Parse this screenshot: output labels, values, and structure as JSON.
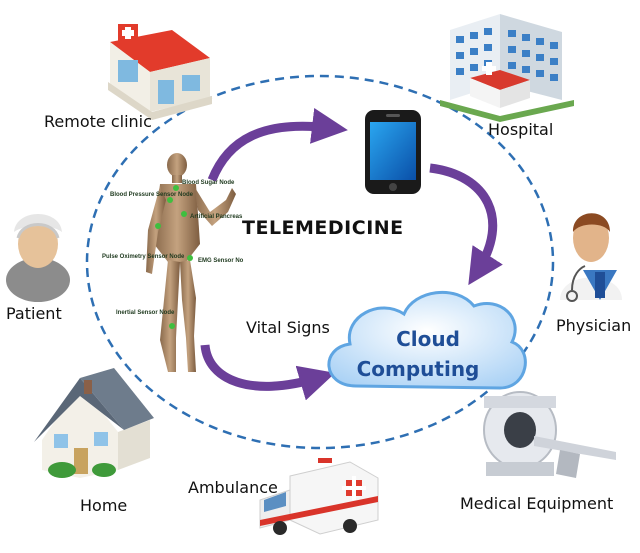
{
  "diagram": {
    "center_title": "TELEMEDICINE",
    "vital_signs_label": "Vital Signs",
    "cloud_line1": "Cloud",
    "cloud_line2": "Computing",
    "nodes": {
      "remote_clinic": "Remote clinic",
      "hospital": "Hospital",
      "patient": "Patient",
      "physician": "Physician",
      "home": "Home",
      "ambulance": "Ambulance",
      "medical_equipment": "Medical Equipment"
    },
    "sensors": {
      "blood_pressure": "Blood Pressure Sensor Node",
      "blood_sugar": "Blood Sugar Node",
      "artificial_pancreas": "Artificial Pancreas",
      "pulse_oximetry": "Pulse Oximetry Sensor Node",
      "emg": "EMG Sensor No",
      "inertial": "Inertial Sensor Node"
    },
    "colors": {
      "dashed_circle": "#2e6fb3",
      "arrows": "#6b3f99",
      "cloud_fill": "#cfe6fb",
      "cloud_text": "#1f4e97"
    }
  }
}
